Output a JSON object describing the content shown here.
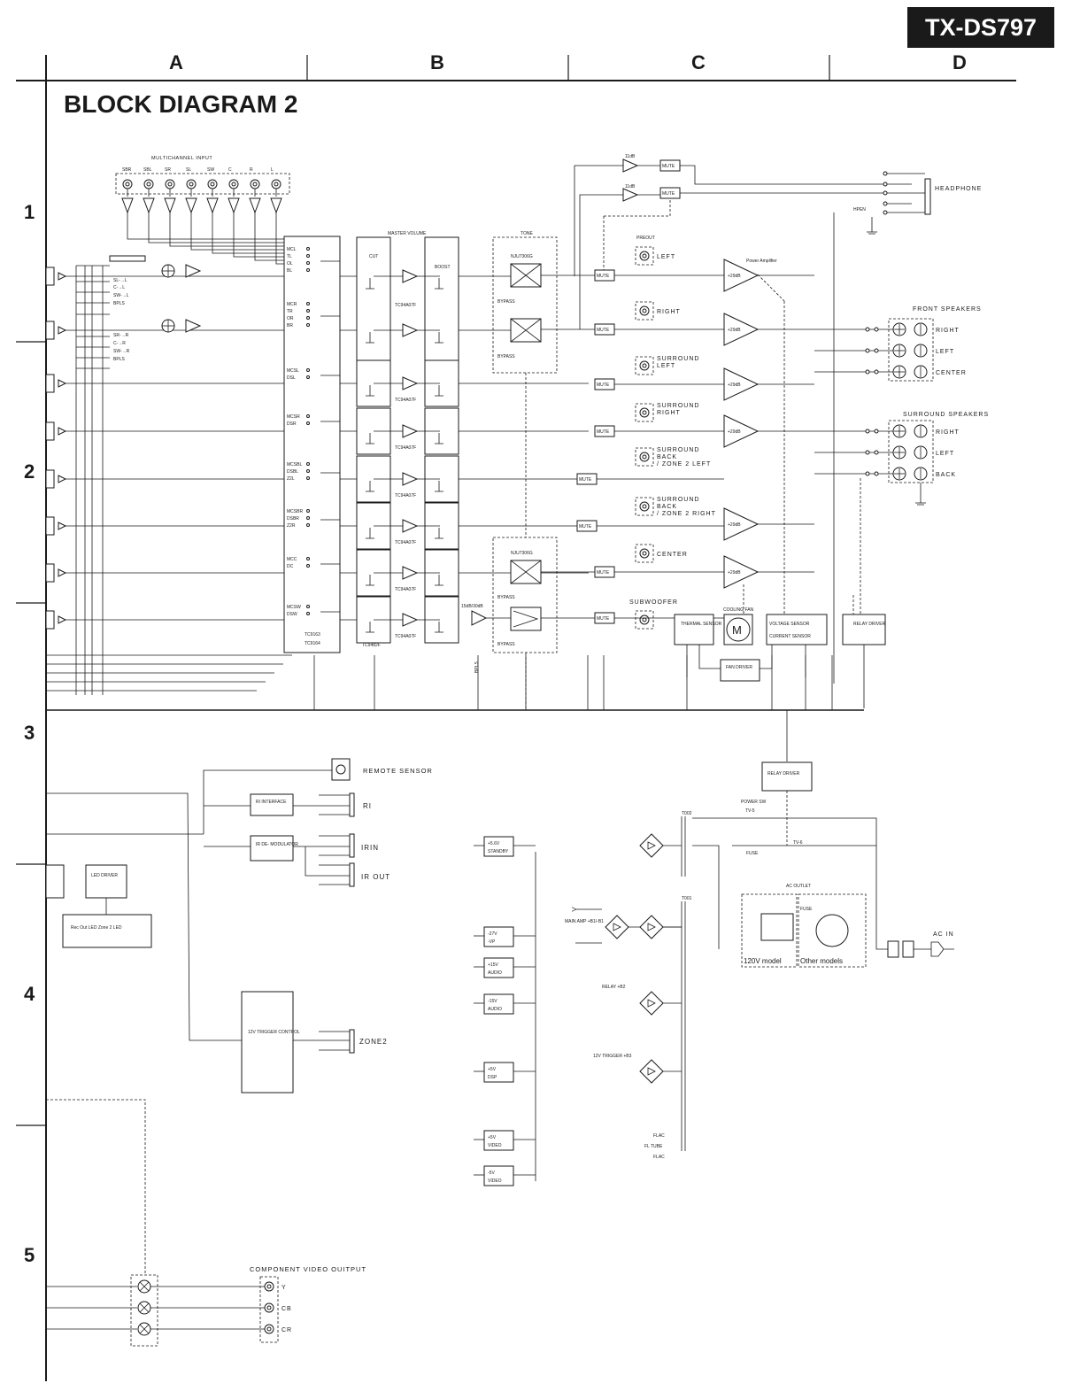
{
  "header": {
    "model": "TX-DS797",
    "title": "BLOCK DIAGRAM 2",
    "columns": [
      "A",
      "B",
      "C",
      "D"
    ],
    "rows": [
      "1",
      "2",
      "3",
      "4",
      "5"
    ]
  },
  "multichannel_input": {
    "title": "MULTICHANNEL INPUT",
    "jacks": [
      "SBR",
      "SBL",
      "SR",
      "SL",
      "SW",
      "C",
      "R",
      "L"
    ]
  },
  "selector_labels": {
    "a": [
      "SL-→L",
      "C-→L",
      "SW-→L",
      "BPLS"
    ],
    "b": [
      "SR-→R",
      "C-→R",
      "SW-→R",
      "BPLS"
    ]
  },
  "input_selector": {
    "groups": [
      [
        "MCL",
        "TL",
        "OL",
        "BL"
      ],
      [
        "MCR",
        "TR",
        "OR",
        "BR"
      ],
      [
        "MCSL",
        "DSL"
      ],
      [
        "MCSR",
        "DSR"
      ],
      [
        "MCSBL",
        "DSBL",
        "Z2L"
      ],
      [
        "MCSBR",
        "DSBR",
        "Z2R"
      ],
      [
        "MCC",
        "DC"
      ],
      [
        "MCSW",
        "DSW"
      ]
    ],
    "ic_labels": [
      "TC9163",
      "TC9164"
    ]
  },
  "master_volume": {
    "title": "MASTER VOLUME",
    "cut": "CUT",
    "boost": "BOOST",
    "ic": "TC9482F",
    "opamp": "TC94A07F"
  },
  "tone": {
    "title": "TONE",
    "ic": "NJU7306G",
    "bypass": "BYPASS"
  },
  "sub_path": {
    "gain": "15dB/30dB",
    "bpls": "BPLS"
  },
  "gain_11db": "11dB",
  "mute": "MUTE",
  "preout": {
    "title": "PREOUT",
    "channels": [
      "LEFT",
      "RIGHT",
      "SURROUND LEFT",
      "SURROUND RIGHT",
      "SURROUND BACK / ZONE 2 LEFT",
      "SURROUND BACK / ZONE 2 RIGHT",
      "CENTER",
      "SUBWOOFER"
    ]
  },
  "power_amp": {
    "title": "Power Amplifier",
    "gain": "+29dB"
  },
  "headphone": {
    "label": "HEADPHONE",
    "hpen": "HPEN"
  },
  "front_speakers": {
    "title": "FRONT SPEAKERS",
    "terminals": [
      "RIGHT",
      "LEFT",
      "CENTER"
    ]
  },
  "surround_speakers": {
    "title": "SURROUND SPEAKERS",
    "terminals": [
      "RIGHT",
      "LEFT",
      "BACK"
    ]
  },
  "protection": {
    "thermal": "THERMAL SENSOR",
    "cooling_fan": "COOLING FAN",
    "voltage": "VOLTAGE SENSOR",
    "current": "CURRENT SENSOR",
    "relay_driver": "RELAY DRIVER",
    "fan_driver": "FAN DRIVER"
  },
  "control": {
    "remote_sensor": "REMOTE SENSOR",
    "ri_interface": "RI INTERFACE",
    "ri": "RI",
    "ir_demod": "IR DE- MODULATOR",
    "ir_in": "IRIN",
    "ir_out": "IR OUT",
    "led_driver": "LED DRIVER",
    "led_box": "Rec Out LED Zone 2 LED",
    "trigger": "12V TRIGGER CONTROL",
    "zone2": "ZONE2"
  },
  "power": {
    "relay_driver": "RELAY DRIVER",
    "power_sw": "POWER SW",
    "tv5": "TV-5",
    "tv6": "TV-6",
    "fuse": "FUSE",
    "t002": "T002",
    "t001": "T001",
    "ac_outlet": "AC OUTLET",
    "model_120v": "120V model",
    "model_other": "Other models",
    "ac_in": "AC IN",
    "main_amp": "MAIN AMP +B1/-B1",
    "relay_b2": "RELAY +B2",
    "trigger_b3": "12V TRIGGER +B3",
    "fl_tube": "FL TUBE",
    "flac": "FLAC",
    "rails": [
      "+5.6V STANDBY",
      "-27V -VP",
      "+15V AUDIO",
      "-15V AUDIO",
      "+5V DSP",
      "+5V VIDEO",
      "-5V VIDEO"
    ]
  },
  "component_video": {
    "title": "COMPONENT VIDEO OUITPUT",
    "jacks": [
      "Y",
      "CB",
      "CR"
    ]
  }
}
